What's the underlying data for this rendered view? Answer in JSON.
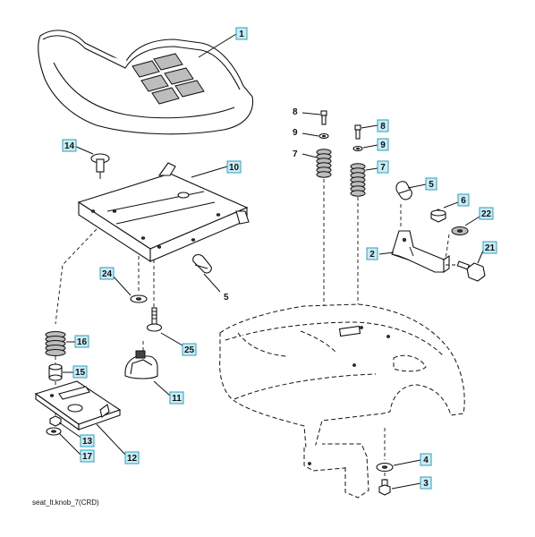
{
  "caption": "seat_lt.knob_7(CRD)",
  "callouts": {
    "c1": "1",
    "c14": "14",
    "c10": "10",
    "c24": "24",
    "c5a": "5",
    "c25": "25",
    "c16": "16",
    "c15": "15",
    "c11": "11",
    "c13": "13",
    "c17": "17",
    "c12": "12",
    "c8a": "8",
    "c9a": "9",
    "c7a": "7",
    "c8b": "8",
    "c9b": "9",
    "c7b": "7",
    "c5b": "5",
    "c6": "6",
    "c22": "22",
    "c2": "2",
    "c21": "21",
    "c4": "4",
    "c3": "3"
  }
}
